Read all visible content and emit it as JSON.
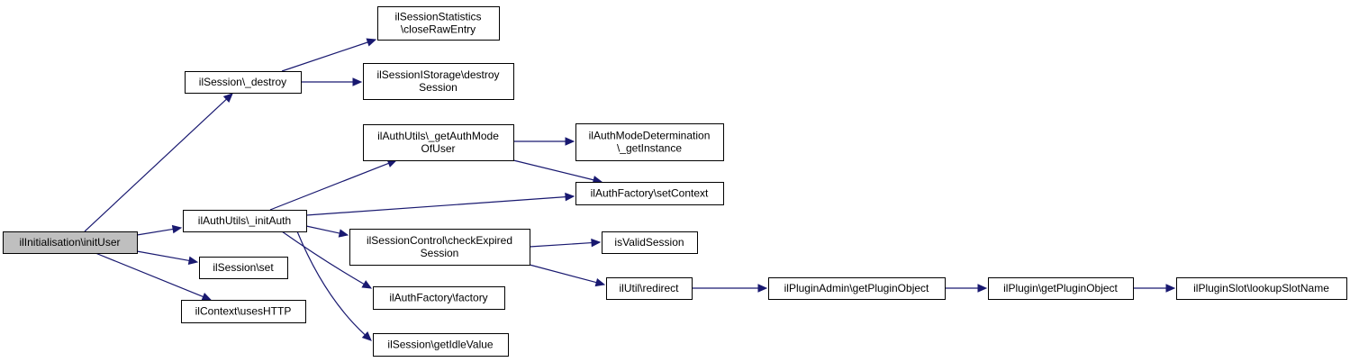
{
  "graph": {
    "nodes": [
      {
        "id": "initUser",
        "lines": [
          "ilInitialisation\\initUser"
        ],
        "highlight": true
      },
      {
        "id": "destroy",
        "lines": [
          "ilSession\\_destroy"
        ]
      },
      {
        "id": "closeRawEntry",
        "lines": [
          "ilSessionStatistics",
          "\\closeRawEntry"
        ]
      },
      {
        "id": "destroySession",
        "lines": [
          "ilSessionIStorage\\destroy",
          "Session"
        ]
      },
      {
        "id": "getAuthModeOfUser",
        "lines": [
          "ilAuthUtils\\_getAuthMode",
          "OfUser"
        ]
      },
      {
        "id": "getInstance",
        "lines": [
          "ilAuthModeDetermination",
          "\\_getInstance"
        ]
      },
      {
        "id": "setContext",
        "lines": [
          "ilAuthFactory\\setContext"
        ]
      },
      {
        "id": "initAuth",
        "lines": [
          "ilAuthUtils\\_initAuth"
        ]
      },
      {
        "id": "checkExpiredSession",
        "lines": [
          "ilSessionControl\\checkExpired",
          "Session"
        ]
      },
      {
        "id": "isValidSession",
        "lines": [
          "isValidSession"
        ]
      },
      {
        "id": "sessionSet",
        "lines": [
          "ilSession\\set"
        ]
      },
      {
        "id": "redirect",
        "lines": [
          "ilUtil\\redirect"
        ]
      },
      {
        "id": "adminGetPluginObject",
        "lines": [
          "ilPluginAdmin\\getPluginObject"
        ]
      },
      {
        "id": "pluginGetPluginObject",
        "lines": [
          "ilPlugin\\getPluginObject"
        ]
      },
      {
        "id": "lookupSlotName",
        "lines": [
          "ilPluginSlot\\lookupSlotName"
        ]
      },
      {
        "id": "factory",
        "lines": [
          "ilAuthFactory\\factory"
        ]
      },
      {
        "id": "usesHTTP",
        "lines": [
          "ilContext\\usesHTTP"
        ]
      },
      {
        "id": "getIdleValue",
        "lines": [
          "ilSession\\getIdleValue"
        ]
      }
    ],
    "edges": [
      {
        "from": "initUser",
        "to": "destroy"
      },
      {
        "from": "initUser",
        "to": "initAuth"
      },
      {
        "from": "initUser",
        "to": "sessionSet"
      },
      {
        "from": "initUser",
        "to": "usesHTTP"
      },
      {
        "from": "destroy",
        "to": "closeRawEntry"
      },
      {
        "from": "destroy",
        "to": "destroySession"
      },
      {
        "from": "initAuth",
        "to": "getAuthModeOfUser"
      },
      {
        "from": "initAuth",
        "to": "setContext"
      },
      {
        "from": "initAuth",
        "to": "checkExpiredSession"
      },
      {
        "from": "initAuth",
        "to": "factory"
      },
      {
        "from": "initAuth",
        "to": "getIdleValue"
      },
      {
        "from": "getAuthModeOfUser",
        "to": "getInstance"
      },
      {
        "from": "getAuthModeOfUser",
        "to": "setContext"
      },
      {
        "from": "checkExpiredSession",
        "to": "isValidSession"
      },
      {
        "from": "checkExpiredSession",
        "to": "redirect"
      },
      {
        "from": "redirect",
        "to": "adminGetPluginObject"
      },
      {
        "from": "adminGetPluginObject",
        "to": "pluginGetPluginObject"
      },
      {
        "from": "pluginGetPluginObject",
        "to": "lookupSlotName"
      }
    ],
    "colors": {
      "edge": "#191970",
      "node_border": "#000000",
      "root_fill": "#bfbfbf",
      "node_fill": "#ffffff"
    }
  }
}
